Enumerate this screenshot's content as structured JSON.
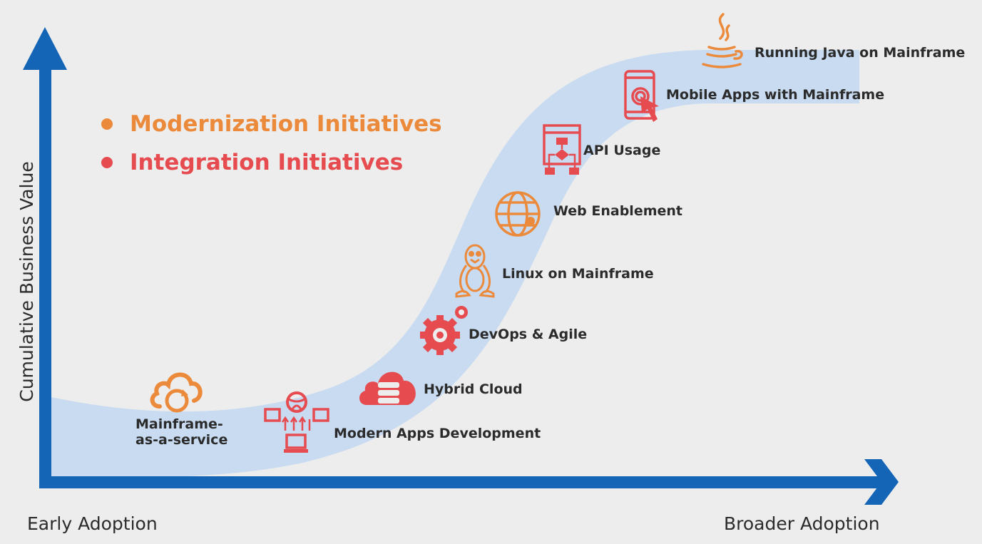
{
  "colors": {
    "axis": "#1565b7",
    "band": "#c8dbf1",
    "modernization": "#ec8a3c",
    "integration": "#e64b4f"
  },
  "axes": {
    "y_label": "Cumulative Business Value",
    "x_start_label": "Early Adoption",
    "x_end_label": "Broader Adoption"
  },
  "legend": [
    {
      "label": "Modernization Initiatives",
      "color": "#ec8a3c"
    },
    {
      "label": "Integration Initiatives",
      "color": "#e64b4f"
    }
  ],
  "milestones": [
    {
      "label_line1": "Mainframe-",
      "label_line2": "as-a-service",
      "icon": "cloud-refresh-icon",
      "type": "modernization"
    },
    {
      "label": "Modern Apps Development",
      "icon": "distributed-apps-icon",
      "type": "integration"
    },
    {
      "label": "Hybrid Cloud",
      "icon": "cloud-server-icon",
      "type": "integration"
    },
    {
      "label": "DevOps & Agile",
      "icon": "gears-icon",
      "type": "integration"
    },
    {
      "label": "Linux on Mainframe",
      "icon": "penguin-icon",
      "type": "modernization"
    },
    {
      "label": "Web Enablement",
      "icon": "globe-icon",
      "type": "modernization"
    },
    {
      "label": "API Usage",
      "icon": "flowchart-icon",
      "type": "integration"
    },
    {
      "label": "Mobile Apps with Mainframe",
      "icon": "mobile-touch-icon",
      "type": "integration"
    },
    {
      "label": "Running Java on Mainframe",
      "icon": "java-cup-icon",
      "type": "modernization"
    }
  ]
}
